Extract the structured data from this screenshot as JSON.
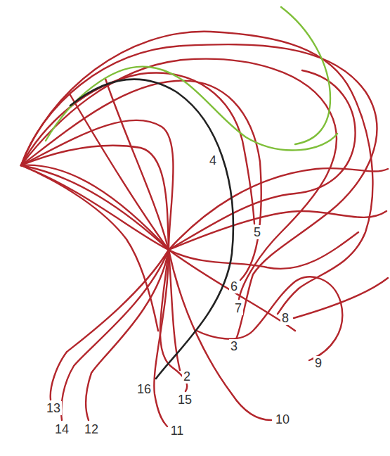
{
  "diagram": {
    "labels": [
      "4",
      "5",
      "6",
      "7",
      "8",
      "3",
      "9",
      "2",
      "16",
      "15",
      "10",
      "13",
      "14",
      "12",
      "11"
    ]
  }
}
